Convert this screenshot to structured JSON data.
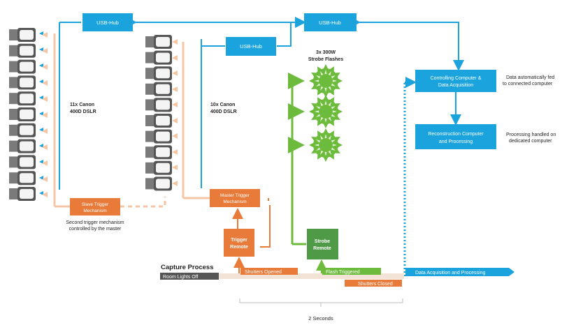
{
  "colors": {
    "blue": "#1aa3dc",
    "orange": "#e87b3a",
    "orange_light": "#f5c6a6",
    "green": "#6cbb3c",
    "green_dark": "#4f9a47",
    "gray_dark": "#555555",
    "text": "#222222"
  },
  "hubs": {
    "hub1": "USB-Hub",
    "hub2": "USB-Hub",
    "hub3": "USB-Hub"
  },
  "cameras": {
    "left_group_label_line1": "11x Canon",
    "left_group_label_line2": "400D DSLR",
    "right_group_label_line1": "10x Canon",
    "right_group_label_line2": "400D DSLR"
  },
  "flashes": {
    "label_line1": "3x 300W",
    "label_line2": "Strobe Flashes"
  },
  "computers": {
    "control_line1": "Controlling Computer &",
    "control_line2": "Data Acquisition",
    "control_note_line1": "Data automatically fed",
    "control_note_line2": "to connected computer",
    "recon_line1": "Reconstruction Computer",
    "recon_line2": "and Processing",
    "recon_note_line1": "Processing handled on",
    "recon_note_line2": "dedicated computer"
  },
  "triggers": {
    "slave_line1": "Slave Trigger",
    "slave_line2": "Mechanism",
    "slave_note_line1": "Second trigger mechanism",
    "slave_note_line2": "controlled by the master",
    "master_line1": "Master Trigger",
    "master_line2": "Mechanism",
    "trigger_remote_line1": "Trigger",
    "trigger_remote_line2": "Remote",
    "strobe_remote_line1": "Strobe",
    "strobe_remote_line2": "Remote"
  },
  "timeline": {
    "title": "Capture Process",
    "room_lights": "Room Lights Off",
    "shutters_opened": "Shutters Opened",
    "flash_triggered": "Flash Triggered",
    "shutters_closed": "Shutters Closed",
    "data_acq": "Data Acquisition and Processing",
    "duration": "2 Seconds"
  }
}
